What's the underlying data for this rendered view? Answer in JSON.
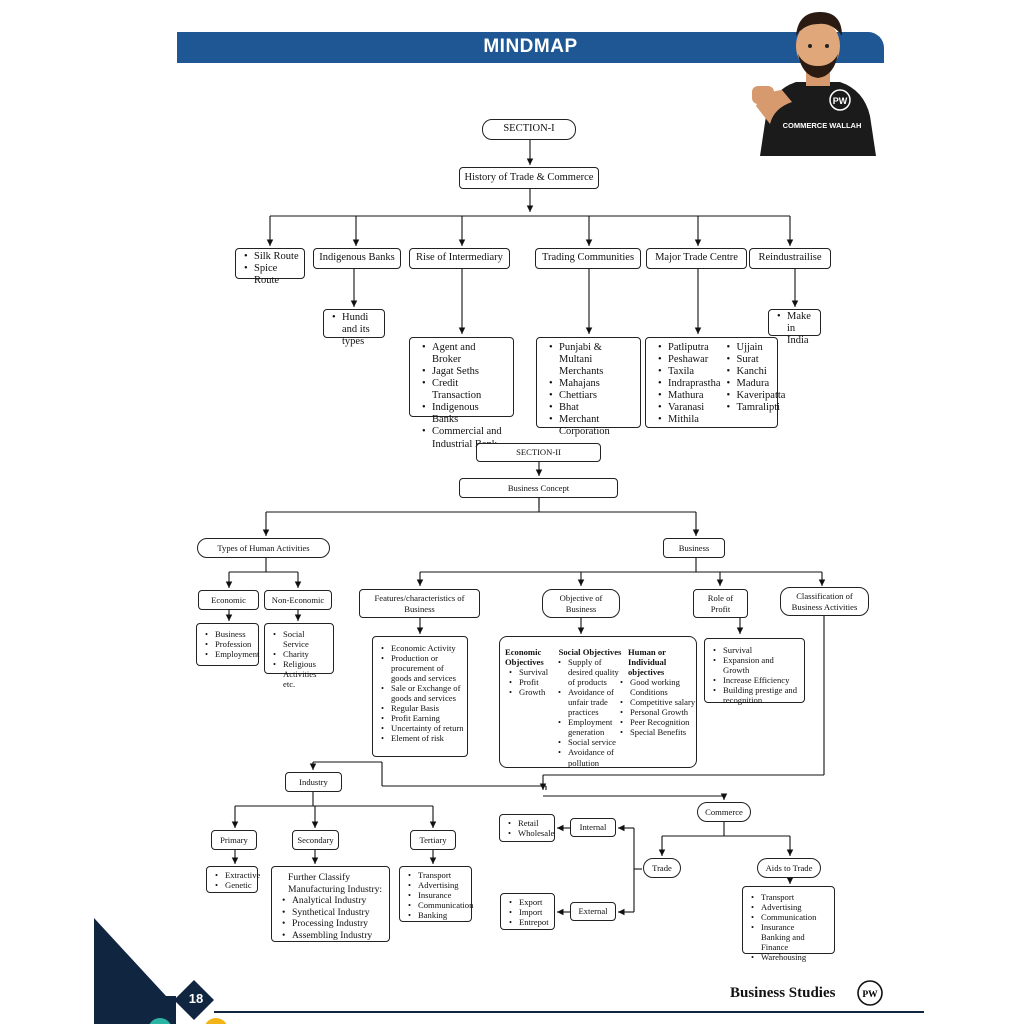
{
  "header": {
    "title": "MINDMAP",
    "badge_text": "COMMERCE WALLAH",
    "badge_logo": "PW"
  },
  "section1": {
    "label": "SECTION-I",
    "history": "History of Trade & Commerce",
    "silk": [
      "Silk Route",
      "Spice Route"
    ],
    "indigenous_banks": "Indigenous Banks",
    "hundi": [
      "Hundi and its types"
    ],
    "rise": "Rise of Intermediary",
    "rise_items": [
      "Agent and Broker",
      "Jagat Seths",
      "Credit Transaction",
      "Indigenous Banks",
      "Commercial and Industrial Bank"
    ],
    "trading": "Trading Communities",
    "trading_items": [
      "Punjabi & Multani Merchants",
      "Mahajans",
      "Chettiars",
      "Bhat",
      "Merchant Corporation"
    ],
    "major": "Major Trade Centre",
    "major_left": [
      "Patliputra",
      "Peshawar",
      "Taxila",
      "Indraprastha",
      "Mathura",
      "Varanasi",
      "Mithila"
    ],
    "major_right": [
      "Ujjain",
      "Surat",
      "Kanchi",
      "Madura",
      "Kaveripatta",
      "Tamralipti"
    ],
    "reind": "Reindustrailise",
    "make": [
      "Make in India"
    ]
  },
  "section2": {
    "label": "SECTION-II",
    "concept": "Business Concept",
    "types": "Types of Human Activities",
    "business": "Business",
    "economic": "Economic",
    "noneconomic": "Non-Economic",
    "eco_items": [
      "Business",
      "Profession",
      "Employment"
    ],
    "noneco_items": [
      "Social Service",
      "Charity",
      "Religious Activities etc."
    ],
    "features": "Features/characteristics of Business",
    "features_items": [
      "Economic Activity",
      "Production or procurement of goods and services",
      "Sale or Exchange of goods and services",
      "Regular Basis",
      "Profit Earning",
      "Uncertainty of return",
      "Element of risk"
    ],
    "objective": "Objective of Business",
    "econ_obj_title": "Economic Objectives",
    "econ_obj": [
      "Survival",
      "Profit",
      "Growth"
    ],
    "social_obj_title": "Social Objectives",
    "social_obj": [
      "Supply of desired quality of products",
      "Avoidance of unfair trade practices",
      "Employment generation",
      "Social service",
      "Avoidance of pollution"
    ],
    "human_obj_title": "Human or Individual objectives",
    "human_obj": [
      "Good working Conditions",
      "Competitive salary",
      "Personal Growth",
      "Peer Recognition",
      "Special Benefits"
    ],
    "role": "Role of Profit",
    "role_items": [
      "Survival",
      "Expansion and Growth",
      "Increase Efficiency",
      "Building prestige and recognition"
    ],
    "classification": "Classification of Business Activities",
    "industry": "Industry",
    "primary": "Primary",
    "primary_items": [
      "Extractive",
      "Genetic"
    ],
    "secondary": "Secondary",
    "secondary_intro": "Further Classify Manufacturing Industry:",
    "secondary_items": [
      "Analytical Industry",
      "Synthetical Industry",
      "Processing Industry",
      "Assembling Industry"
    ],
    "tertiary": "Tertiary",
    "tertiary_items": [
      "Transport",
      "Advertising",
      "Insurance",
      "Communication",
      "Banking"
    ],
    "commerce": "Commerce",
    "trade": "Trade",
    "aids": "Aids to Trade",
    "aids_items": [
      "Transport",
      "Advertising",
      "Communication",
      "Insurance",
      "Banking and Finance",
      "Warehousing"
    ],
    "internal": "Internal",
    "internal_items": [
      "Retail",
      "Wholesale"
    ],
    "external": "External",
    "external_items": [
      "Export",
      "Import",
      "Entrepot"
    ]
  },
  "footer": {
    "page": "18",
    "subject": "Business Studies",
    "logo": "PW"
  },
  "colors": {
    "banner": "#1e5794",
    "navy": "#0f2540",
    "teal": "#2bb3a3",
    "yellow": "#f2b416"
  }
}
